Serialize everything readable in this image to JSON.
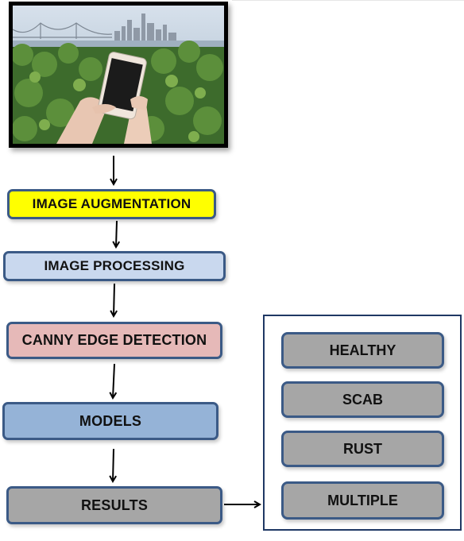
{
  "photo": {
    "description_icon": "phone-photographing-plants-photo"
  },
  "flow": {
    "steps": [
      {
        "label": "IMAGE AUGMENTATION",
        "color": "#ffff00"
      },
      {
        "label": "IMAGE PROCESSING",
        "color": "#c9d8ee"
      },
      {
        "label": "CANNY  EDGE DETECTION",
        "color": "#e6b9b8"
      },
      {
        "label": "MODELS",
        "color": "#95b3d7"
      },
      {
        "label": "RESULTS",
        "color": "#a6a6a6"
      }
    ]
  },
  "outcomes": {
    "items": [
      {
        "label": "HEALTHY"
      },
      {
        "label": "SCAB"
      },
      {
        "label": "RUST"
      },
      {
        "label": "MULTIPLE"
      }
    ],
    "color": "#a6a6a6"
  },
  "colors": {
    "border": "#3b5a86",
    "panel_border": "#1f3864",
    "arrow": "#000000"
  }
}
